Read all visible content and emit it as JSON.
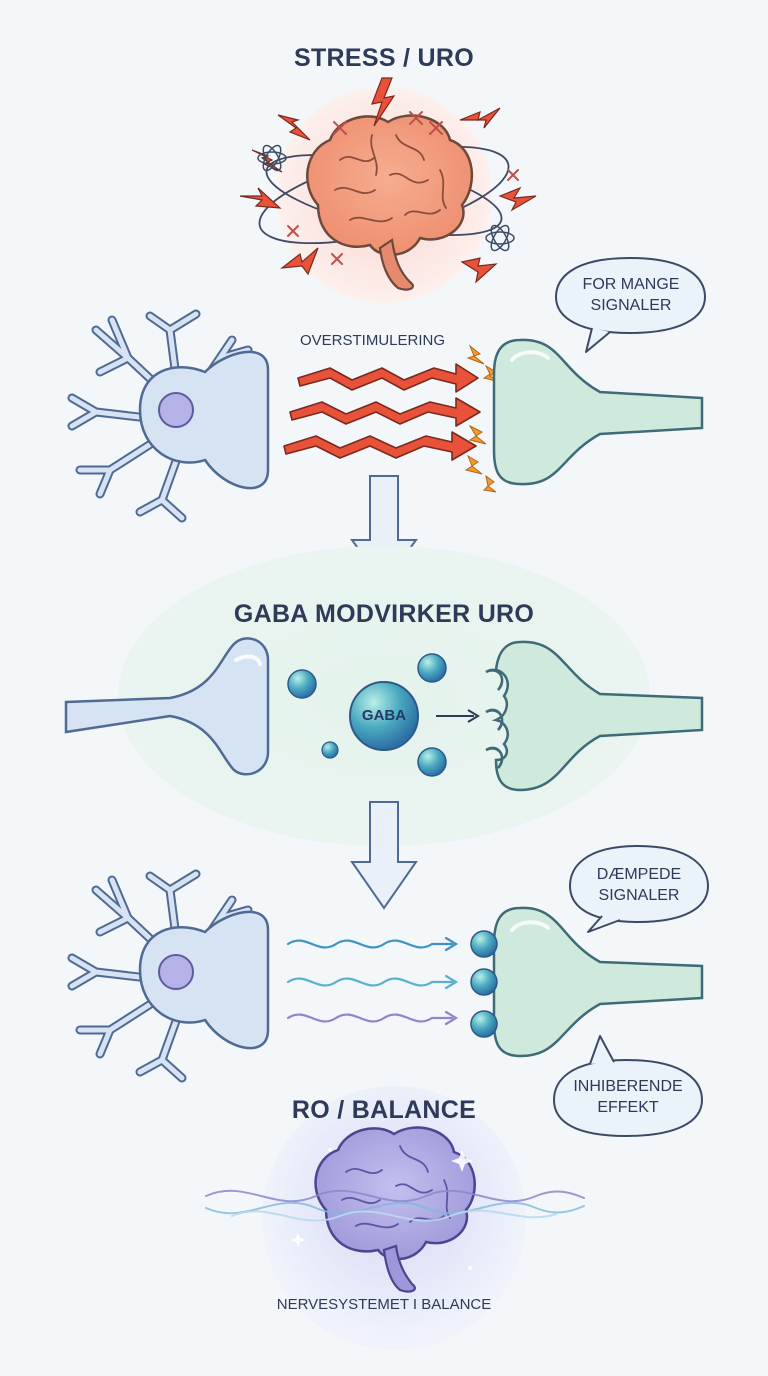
{
  "titles": {
    "stress": "STRESS / URO",
    "gaba": "GABA MODVIRKER URO",
    "balance": "RO / BALANCE"
  },
  "labels": {
    "overstim": "OVERSTIMULERING",
    "gaba_molecule": "GABA",
    "footer": "NERVESYSTEMET I BALANCE"
  },
  "bubbles": {
    "for_mange": "FOR MANGE\nSIGNALER",
    "daempede": "DÆMPEDE\nSIGNALER",
    "inhiberende": "INHIBERENDE\nEFFEKT"
  },
  "colors": {
    "neuron_blue": "#d5e3f3",
    "neuron_stroke": "#4f6a94",
    "dendrite_green": "#cfe9dd",
    "gaba_blue": "#3b86b8",
    "zap_red": "#e8523a",
    "calm_purple": "#9b93d8",
    "stress_glow": "#fbe1dc",
    "calm_glow": "#e6e3f7",
    "ellipse_bg": "#e7f3ee"
  },
  "icons": [
    "brain-icon",
    "lightning-icon",
    "neuron-icon",
    "arrow-down-icon",
    "speech-bubble-icon",
    "wave-icon"
  ]
}
